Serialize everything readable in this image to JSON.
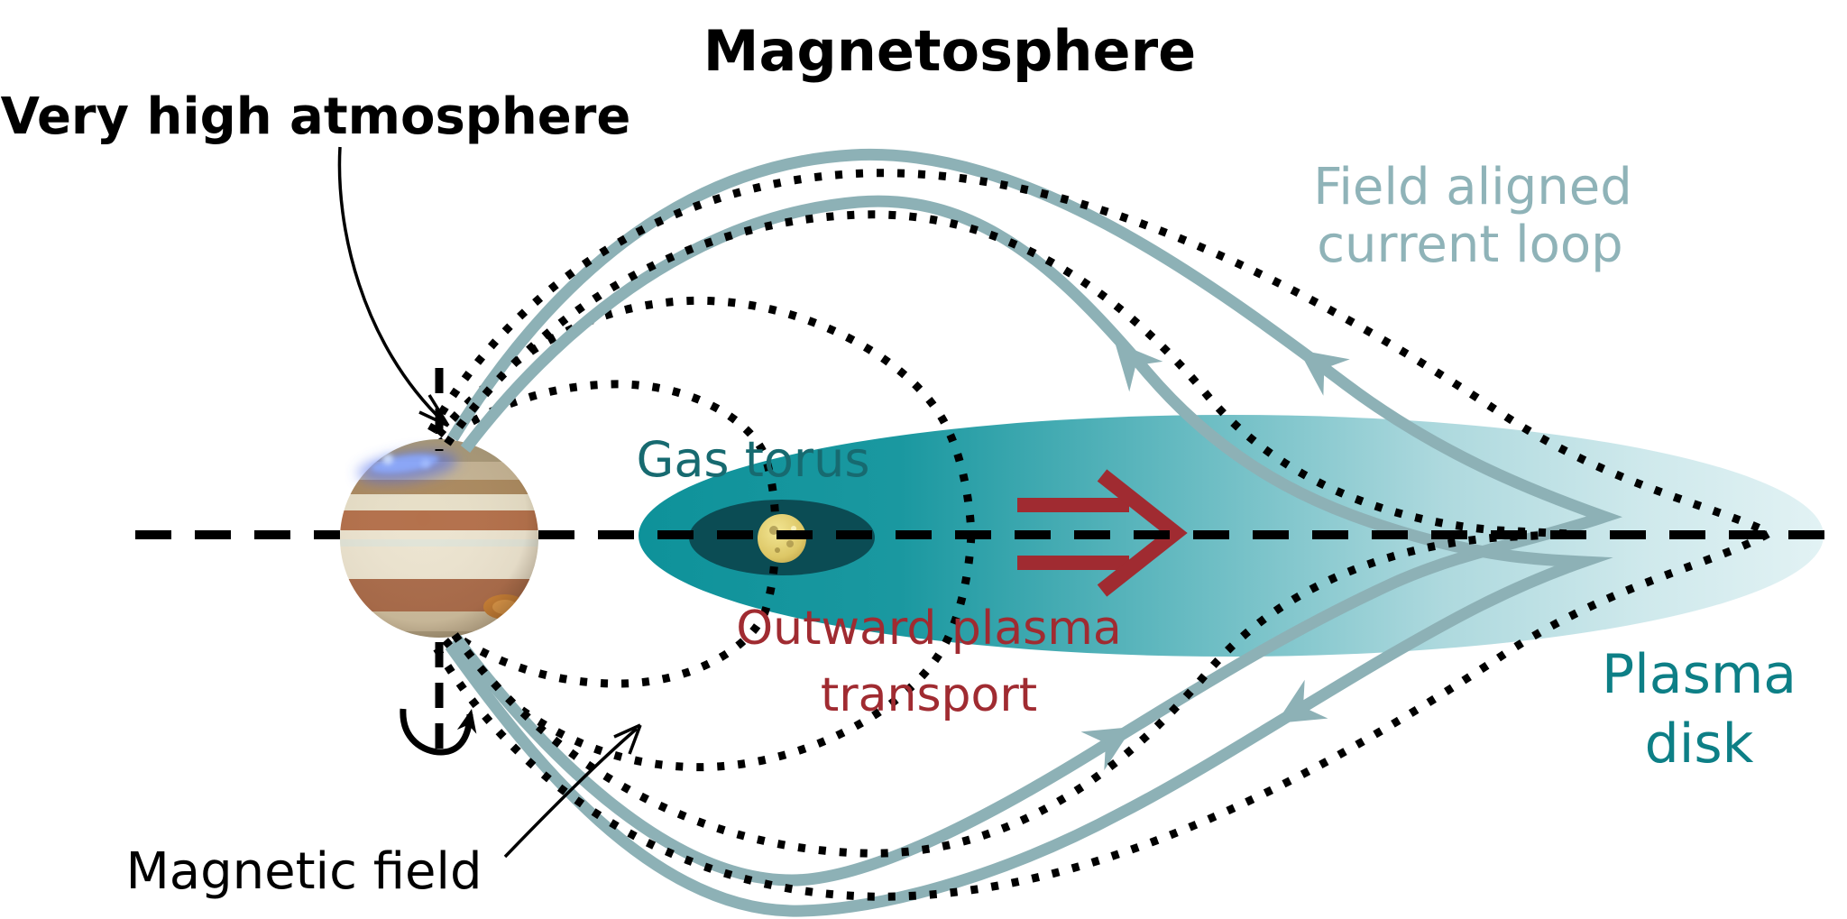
{
  "title": "Magnetosphere",
  "labels": {
    "very_high_atmosphere": "Very high atmosphere",
    "field_aligned_line1": "Field aligned",
    "field_aligned_line2": "current loop",
    "gas_torus": "Gas torus",
    "outward_line1": "Outward plasma",
    "outward_line2": "transport",
    "plasma_line1": "Plasma",
    "plasma_line2": "disk",
    "magnetic_field": "Magnetic field"
  },
  "colors": {
    "title_text": "#000000",
    "annotation_text": "#000000",
    "current_loop_line": "#8db1b6",
    "field_aligned_text": "#8fb3b8",
    "gas_torus_text": "#176a70",
    "gas_torus_fill": "#0b4c54",
    "plasma_disk_dark": "#0e929a",
    "plasma_disk_light": "#e2f2f4",
    "plasma_disk_text": "#0d7f86",
    "outward_red": "#a02b31",
    "field_line_dots": "#000000"
  },
  "icons": {
    "rotation_arrow": "planet-rotation-arrow",
    "outward_transport_arrow": "double-bar-chevron-arrow",
    "annotation_arrows": "thin-curved-pointer-arrows",
    "current_direction_arrows": "field-aligned-current-arrowheads"
  }
}
